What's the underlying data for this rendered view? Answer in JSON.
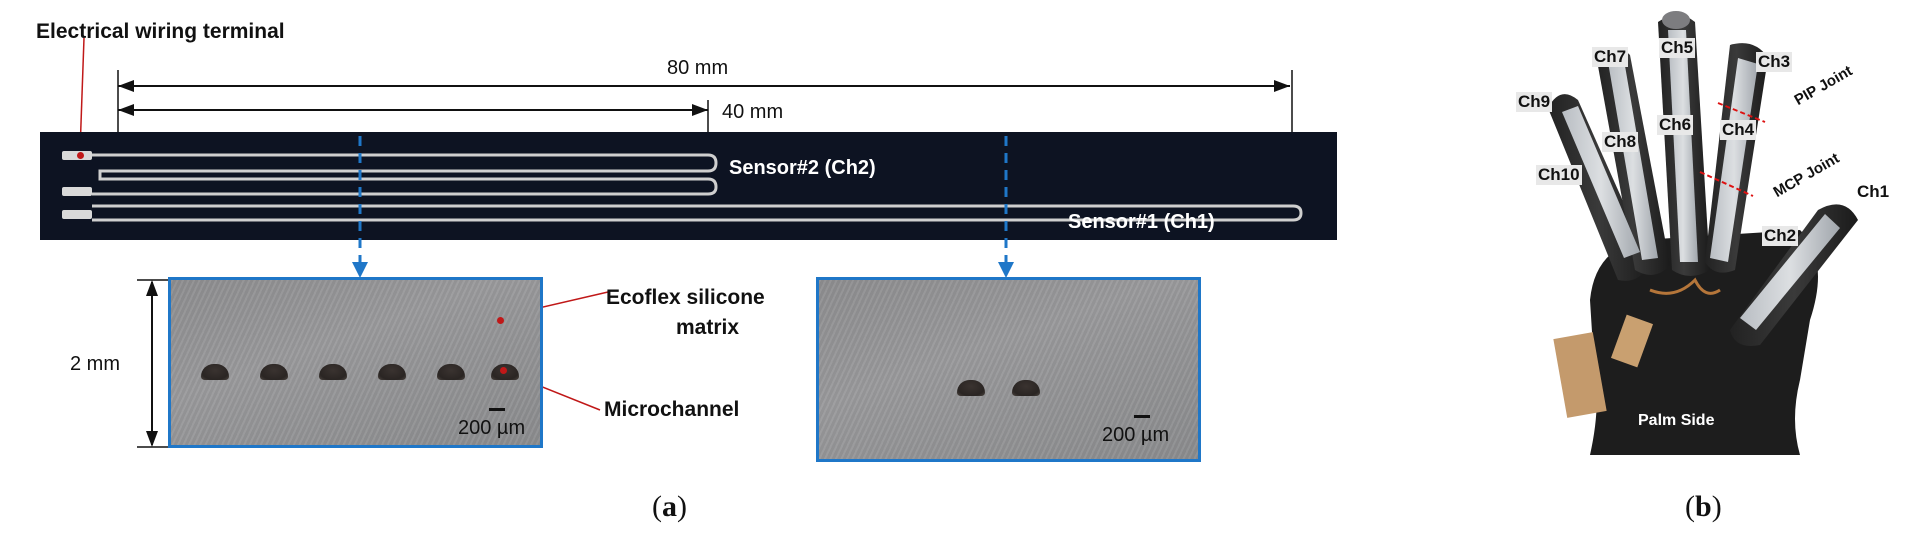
{
  "panel_a": {
    "terminal_label": "Electrical wiring terminal",
    "dim_80": "80 mm",
    "dim_40": "40 mm",
    "sensor2_label": "Sensor#2 (Ch2)",
    "sensor1_label": "Sensor#1 (Ch1)",
    "dim_2mm": "2 mm",
    "ecoflex_label_line1": "Ecoflex silicone",
    "ecoflex_label_line2": "matrix",
    "microchannel_label": "Microchannel",
    "scale_left": "200 µm",
    "scale_right": "200 µm",
    "caption_open": "(",
    "caption_letter": "a",
    "caption_close": ")"
  },
  "panel_b": {
    "channels": [
      "Ch1",
      "Ch2",
      "Ch3",
      "Ch4",
      "Ch5",
      "Ch6",
      "Ch7",
      "Ch8",
      "Ch9",
      "Ch10"
    ],
    "pip_label": "PIP Joint",
    "mcp_label": "MCP Joint",
    "palm_label": "Palm Side",
    "caption_open": "(",
    "caption_letter": "b",
    "caption_close": ")"
  },
  "colors": {
    "accent_blue": "#1f77c8",
    "callout_red": "#c01818",
    "strip_bg": "#0d1322"
  }
}
